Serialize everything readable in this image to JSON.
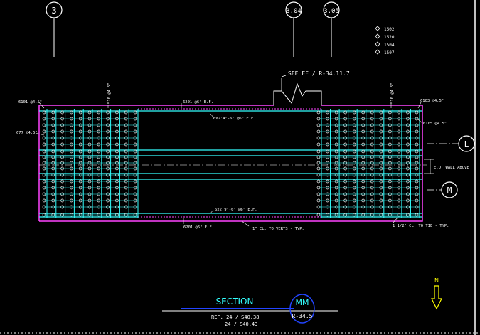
{
  "grid_bubbles": [
    "3",
    "3.04",
    "3.05"
  ],
  "side_bubbles": [
    "L",
    "M"
  ],
  "legend": [
    "1502",
    "1520",
    "1504",
    "1507"
  ],
  "callouts": {
    "see_ff": "SEE FF / R-34.11.7",
    "top_left_corner": "6101 @4.5\"",
    "top_left_vert": "510 @4.5\"",
    "top_mid": "6201 @6\" E.F.",
    "top_right_vert": "510 @4.5\"",
    "top_right_corner": "6103 @4.5\"",
    "left_side": "677 @4.5\"",
    "right_side": "6105 @4.5\"",
    "upper_bar": "6x2'4\"-6\" @6\"  E.F.",
    "lower_bar": "6x2'9\"-6\" @6\"  E.F.",
    "bottom_mid": "6201 @6\" E.F.",
    "clr_left": "1\" CL. TO VERTS - TYP.",
    "clr_right": "1 1/2\" CL. TO TIE - TYP.",
    "wall_above": "E.O. WALL ABOVE"
  },
  "title": {
    "label": "SECTION",
    "tag": "MM",
    "sheet": "R-34.5",
    "ref1": "REF. 24 / S40.38",
    "ref2": "24 / S40.43"
  },
  "north": "N",
  "colors": {
    "background": "#000000",
    "rebar": "#33ffff",
    "outline": "#ff00ff",
    "blue": "#2244ff",
    "north_arrow": "#ffff00",
    "text": "#ffffff"
  }
}
